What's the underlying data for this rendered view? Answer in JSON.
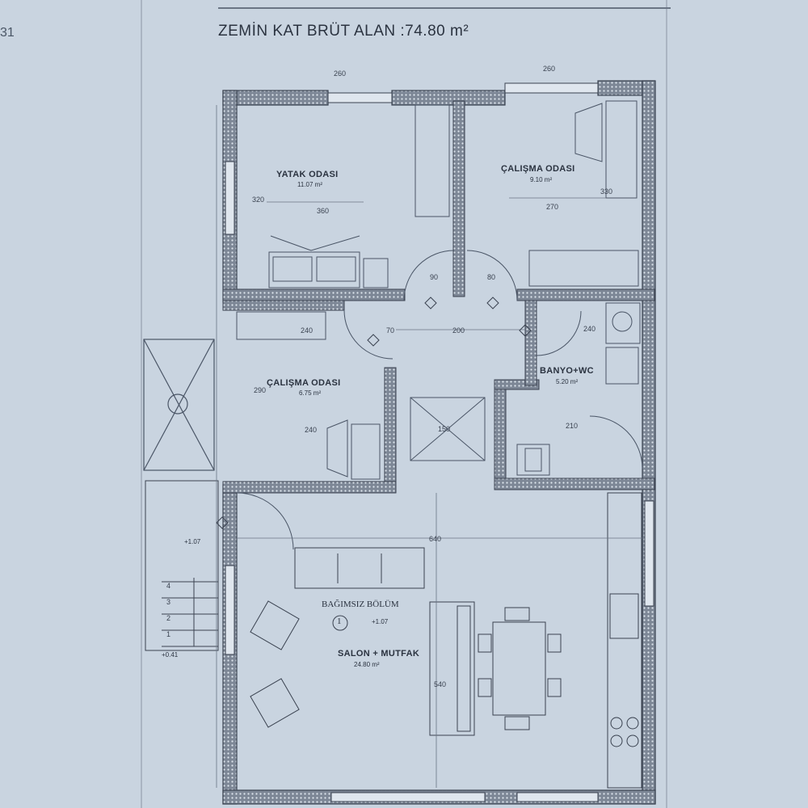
{
  "page": {
    "number_fragment": "31",
    "title": "ZEMİN KAT BRÜT ALAN :74.80 m²"
  },
  "rooms": {
    "yatak": {
      "name": "YATAK ODASI",
      "area": "11.07 m²",
      "w": "360",
      "h": "320"
    },
    "calisma1": {
      "name": "ÇALIŞMA ODASI",
      "area": "9.10 m²",
      "w": "270",
      "h": "330"
    },
    "calisma2": {
      "name": "ÇALIŞMA ODASI",
      "area": "6.75 m²",
      "w": "240",
      "h": "290"
    },
    "banyo": {
      "name": "BANYO+WC",
      "area": "5.20 m²",
      "w": "210",
      "d": "240"
    },
    "salon": {
      "name": "SALON + MUTFAK",
      "area": "24.80 m²",
      "w": "640",
      "h": "540"
    }
  },
  "unit": {
    "label": "BAĞIMSIZ BÖLÜM",
    "number": "1",
    "level": "+1.07"
  },
  "dims": {
    "hall_width": "200",
    "hall_depth": "150",
    "corridor": "240",
    "door_w": "90",
    "door_w2": "80",
    "door_w3": "70",
    "window": "260",
    "stair_level": "+0.41",
    "entry_level": "+1.07"
  },
  "stairs": {
    "steps": [
      "4",
      "3",
      "2",
      "1"
    ]
  },
  "colors": {
    "paper": "#c9d4e0",
    "wall": "#3a4250",
    "line": "#4a5566"
  }
}
